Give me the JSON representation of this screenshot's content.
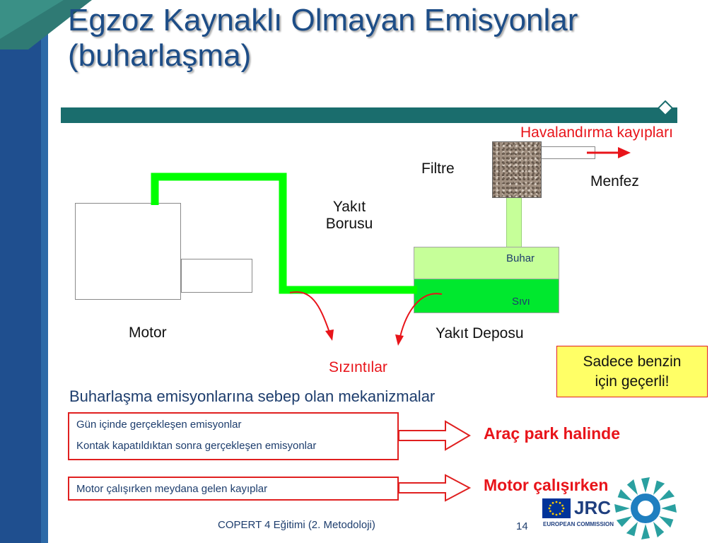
{
  "slide": {
    "title_line1": "Egzoz Kaynaklı Olmayan Emisyonlar",
    "title_line2": "(buharlaşma)"
  },
  "diagram": {
    "vent_losses_label": "Havalandırma kayıpları",
    "filter_label": "Filtre",
    "vent_label": "Menfez",
    "fuel_line_label_1": "Yakıt",
    "fuel_line_label_2": "Borusu",
    "vapor_label": "Buhar",
    "liquid_label": "Sıvı",
    "motor_label": "Motor",
    "fuel_tank_label": "Yakıt Deposu",
    "leaks_label": "Sızıntılar",
    "colors": {
      "fuel_line": "#00ff00",
      "liquid": "#00e82e",
      "vapor": "#c6ff99",
      "red_arrow": "#e8141a"
    }
  },
  "note": {
    "line1": "Sadece benzin",
    "line2": "için geçerli!"
  },
  "mechanisms": {
    "subtitle": "Buharlaşma emisyonlarına sebep olan mekanizmalar",
    "park_items": [
      "Gün içinde gerçekleşen emisyonlar",
      "Kontak kapatıldıktan sonra gerçekleşen emisyonlar"
    ],
    "park_result": "Araç park halinde",
    "run_items": [
      "Motor çalışırken meydana gelen kayıplar"
    ],
    "run_result": "Motor çalışırken"
  },
  "footer": {
    "text": "COPERT 4 Eğitimi (2. Metodoloji)",
    "page": "14",
    "jrc": "JRC",
    "ec": "EUROPEAN COMMISSION"
  }
}
